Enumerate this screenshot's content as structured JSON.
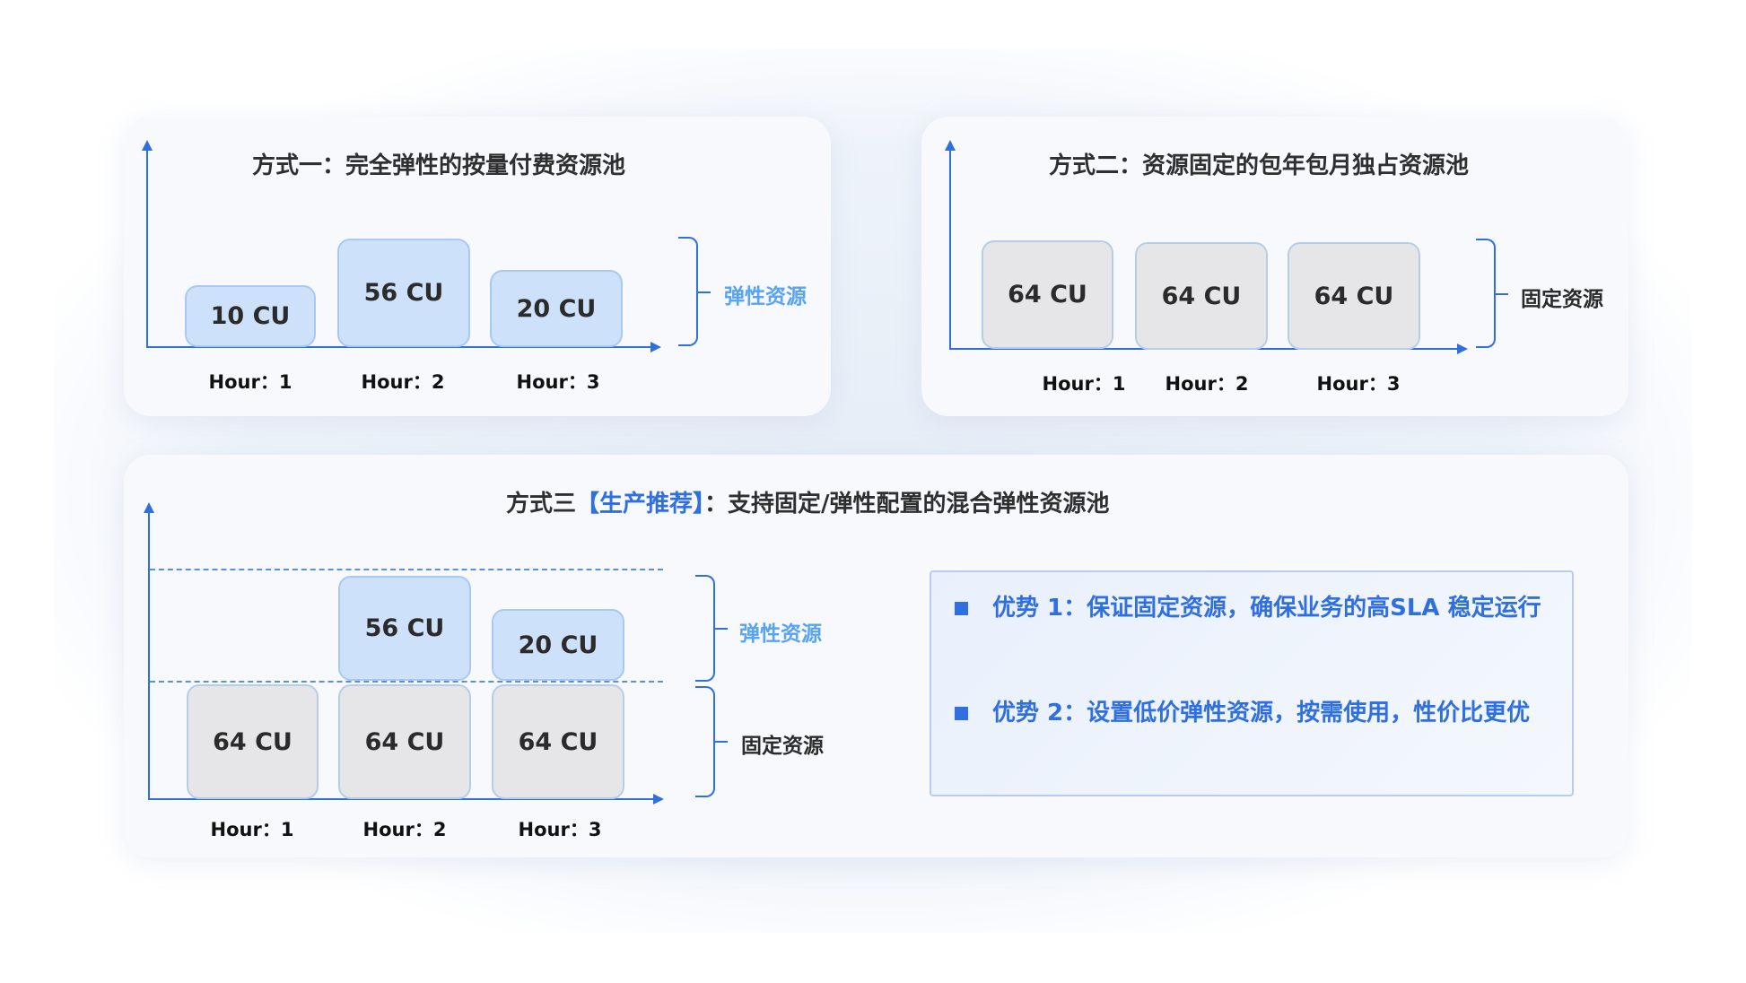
{
  "panel1": {
    "title": "方式一：完全弹性的按量付费资源池",
    "blocks": [
      "10 CU",
      "56 CU",
      "20 CU"
    ],
    "hours": [
      "Hour：1",
      "Hour：2",
      "Hour：3"
    ],
    "brace_label": "弹性资源"
  },
  "panel2": {
    "title": "方式二：资源固定的包年包月独占资源池",
    "blocks": [
      "64 CU",
      "64 CU",
      "64 CU"
    ],
    "hours": [
      "Hour：1",
      "Hour：2",
      "Hour：3"
    ],
    "brace_label": "固定资源"
  },
  "panel3": {
    "title_prefix": "方式三",
    "title_highlight": "【生产推荐】",
    "title_suffix": "：支持固定/弹性配置的混合弹性资源池",
    "elastic_blocks": [
      "56 CU",
      "20 CU"
    ],
    "fixed_blocks": [
      "64 CU",
      "64 CU",
      "64 CU"
    ],
    "hours": [
      "Hour：1",
      "Hour：2",
      "Hour：3"
    ],
    "elastic_label": "弹性资源",
    "fixed_label": "固定资源",
    "advantages": [
      "优势 1：保证固定资源，确保业务的高SLA 稳定运行",
      "优势 2：设置低价弹性资源，按需使用，性价比更优"
    ]
  },
  "colors": {
    "accent": "#2f6fe0",
    "elastic_fill": "#cde1fb",
    "fixed_fill": "#e6e6e8",
    "elastic_label": "#58a3f2"
  }
}
